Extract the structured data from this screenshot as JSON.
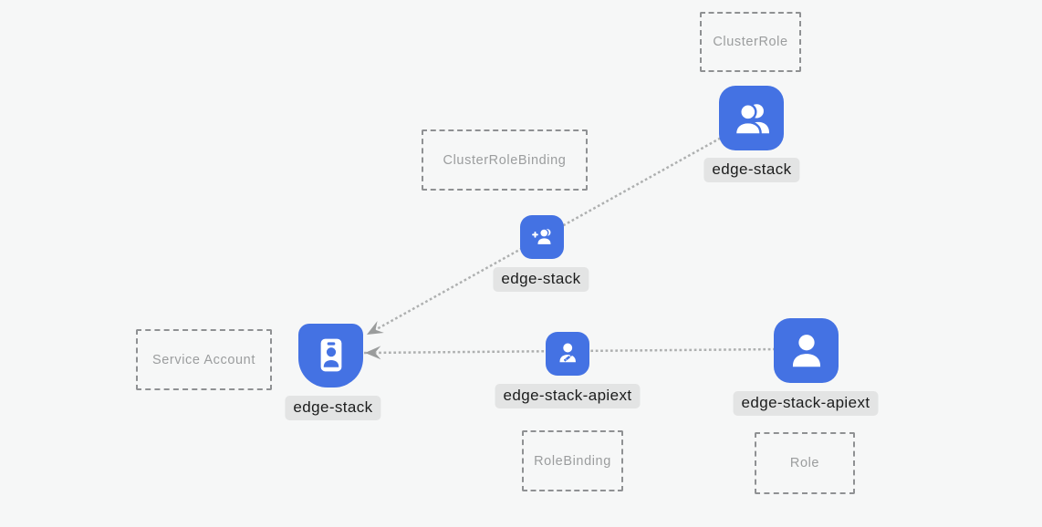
{
  "diagram": {
    "title_hint": "kubernetes-rbac-diagram",
    "colors": {
      "background": "#f6f7f7",
      "node_blue": "#4472e3",
      "dotted_line": "#aeb0b0",
      "arrowhead": "#9a9c9c",
      "chip_background": "#e3e4e4",
      "chip_text": "#1b1c1c",
      "typebox_border": "#8f9193",
      "typebox_text": "#9b9d9e"
    },
    "nodes": {
      "clusterrole": {
        "type": "ClusterRole",
        "name": "edge-stack",
        "icon": "users-icon"
      },
      "clusterrolebinding": {
        "type": "ClusterRoleBinding",
        "name": "edge-stack",
        "icon": "user-plus-icon"
      },
      "serviceaccount": {
        "type": "Service Account",
        "name": "edge-stack",
        "icon": "id-badge-icon"
      },
      "rolebinding": {
        "type": "RoleBinding",
        "name": "edge-stack-apiext",
        "icon": "user-edit-icon"
      },
      "role": {
        "type": "Role",
        "name": "edge-stack-apiext",
        "icon": "user-icon"
      }
    },
    "edges": [
      {
        "from": "clusterrole",
        "via": "clusterrolebinding",
        "to": "serviceaccount",
        "style": "dotted-arrow"
      },
      {
        "from": "role",
        "via": "rolebinding",
        "to": "serviceaccount",
        "style": "dotted-arrow"
      }
    ]
  }
}
